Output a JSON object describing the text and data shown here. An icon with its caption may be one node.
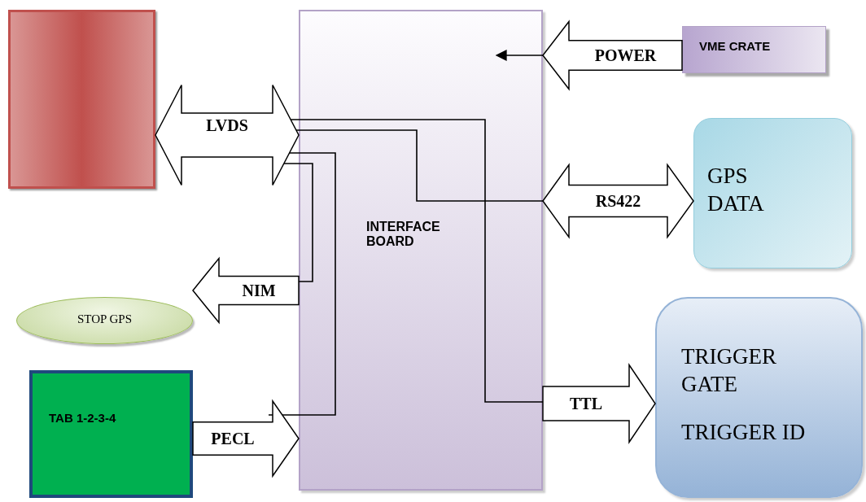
{
  "diagram": {
    "nodes": [
      {
        "text": [],
        "shape": "box"
      },
      {
        "text": [
          "INTERFACE BOARD"
        ]
      },
      {
        "text": [
          "VME CRATE"
        ]
      },
      {
        "text": [
          "GPS DATA"
        ]
      },
      {
        "text": [
          "STOP GPS"
        ]
      },
      {
        "text": [
          "TRIGGER GATE",
          "TRIGGER ID"
        ]
      },
      {
        "text": [
          "TAB 1-2-3-4"
        ]
      }
    ],
    "edges": [
      {
        "from": 2,
        "to": 1,
        "arrow": "to",
        "label": "POWER"
      },
      {
        "from": 0,
        "to": 1,
        "arrow": "both",
        "label": "LVDS"
      },
      {
        "from": 1,
        "to": 3,
        "arrow": "both",
        "label": "RS422"
      },
      {
        "from": 1,
        "to": 4,
        "arrow": "to",
        "label": "NIM"
      },
      {
        "from": 1,
        "to": 5,
        "arrow": "to",
        "label": "TTL"
      },
      {
        "from": 6,
        "to": 1,
        "arrow": "to",
        "label": "PECL"
      }
    ]
  }
}
